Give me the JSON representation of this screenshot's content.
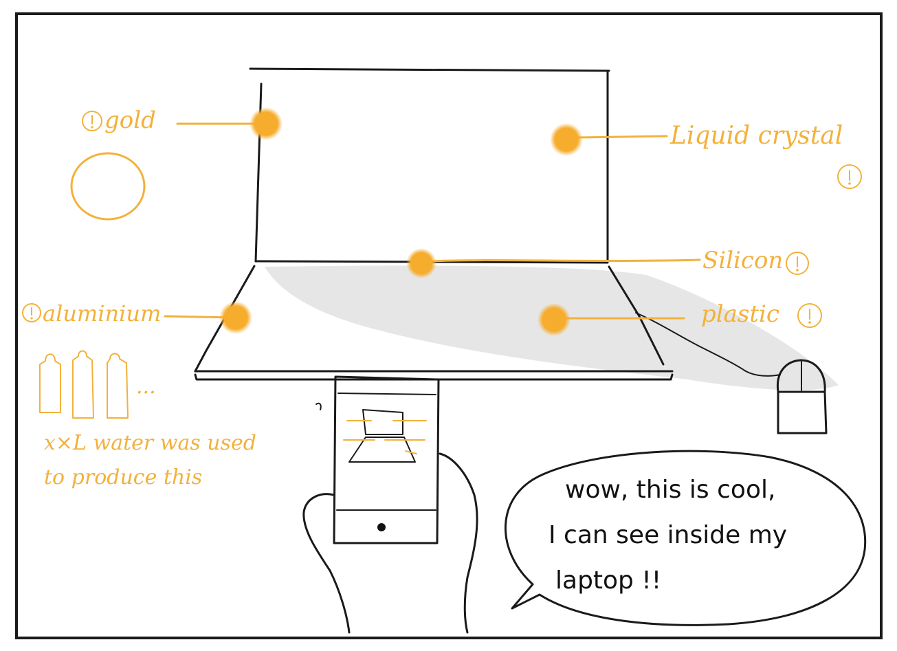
{
  "labels": {
    "gold": "gold",
    "liquid_crystal": "Liquid crystal",
    "silicon": "Silicon",
    "aluminium": "aluminium",
    "plastic": "plastic"
  },
  "caption": {
    "line1": "x×L water was used",
    "line2": "to produce this",
    "ellipsis": "..."
  },
  "speech": {
    "line1": "wow, this is cool,",
    "line2": "I can see inside my",
    "line3": "laptop !!"
  },
  "icons": {
    "info_mark": "!"
  },
  "colors": {
    "accent": "#f3b13a",
    "hotspot": "#f6ad2e",
    "ink": "#1a1a1a",
    "shadow": "#e6e6e6"
  }
}
